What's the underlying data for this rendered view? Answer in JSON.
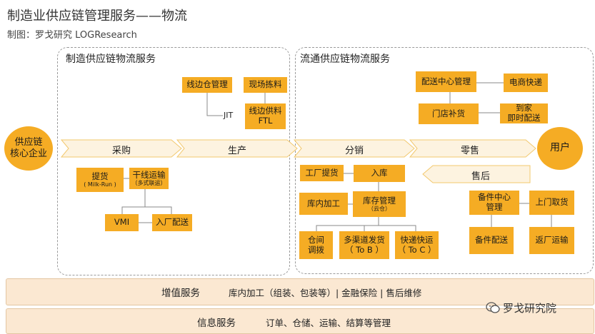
{
  "title": "制造业供应链管理服务——物流",
  "subtitle": "制图：罗戈研究 LOGResearch",
  "left_panel": {
    "title": "制造供应链物流服务"
  },
  "right_panel": {
    "title": "流通供应链物流服务"
  },
  "core": {
    "label": "供应链\n核心企业"
  },
  "user": {
    "label": "用户"
  },
  "flow": {
    "procure": "采购",
    "produce": "生产",
    "distribute": "分销",
    "retail": "零售",
    "aftersale": "售后"
  },
  "mfg": {
    "line_warehouse": "线边仓管理",
    "picking": "现场拣料",
    "jit": "JIT",
    "ftl": "线边供料\nFTL",
    "pickup": "提货",
    "pickup_sub": "( Milk-Run )",
    "trunk": "干线运输",
    "trunk_sub": "（多式联运）",
    "vmi": "VMI",
    "inbound": "入厂配送"
  },
  "dist": {
    "dc": "配送中心管理",
    "ecom": "电商快递",
    "replenish": "门店补货",
    "home": "到家\n即时配送",
    "factory_pickup": "工厂提货",
    "warehousing": "入库",
    "processing": "库内加工",
    "inventory": "库存管理",
    "inventory_sub": "（云仓）",
    "transfer": "仓间\n调拨",
    "multichannel": "多渠道发货\n（ To B ）",
    "express": "快递快运\n（ To C ）",
    "parts_center": "备件中心\n管理",
    "door_pickup": "上门取货",
    "parts_delivery": "备件配送",
    "return": "返厂运输"
  },
  "bands": {
    "value_title": "增值服务",
    "value_text": "库内加工（组装、包装等）| 金融保险 | 售后维修",
    "info_title": "信息服务",
    "info_text": "订单、仓储、运输、结算等管理"
  },
  "watermark": "罗戈研究院",
  "colors": {
    "orange": "#f5ac24",
    "band": "#fbe8d2",
    "chevron": "#fdf3e0",
    "line": "#8a8a8a"
  }
}
